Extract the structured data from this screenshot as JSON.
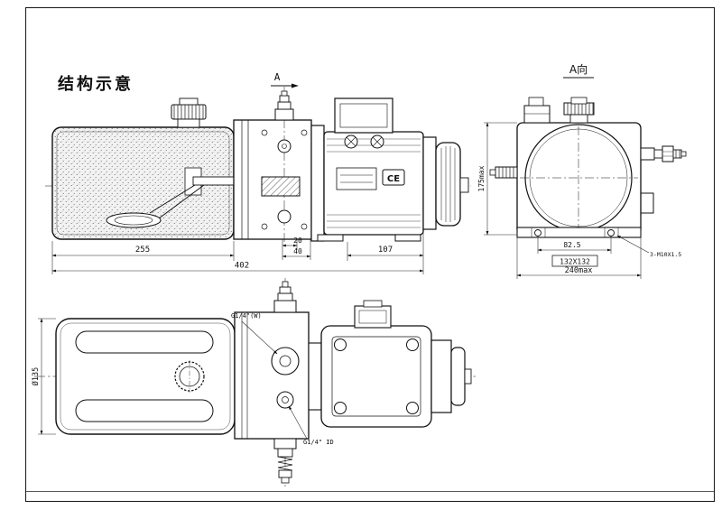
{
  "drawing": {
    "title": "结构示意",
    "section_arrow": "A",
    "view_a_label": "A向",
    "ce_mark": "CE"
  },
  "dims": {
    "tank_length": "255",
    "overall_length": "402",
    "step_small": "20",
    "step_large": "40",
    "motor_length": "107",
    "height_max": "175max",
    "width_max": "240max",
    "hole_offset": "82.5",
    "mount_pattern": "132X132",
    "thread_spec": "3-M10X1.5",
    "tank_diameter": "Ø135",
    "port_outlet": "G1/4\"(W)",
    "port_return": "G1/4\" ID"
  }
}
